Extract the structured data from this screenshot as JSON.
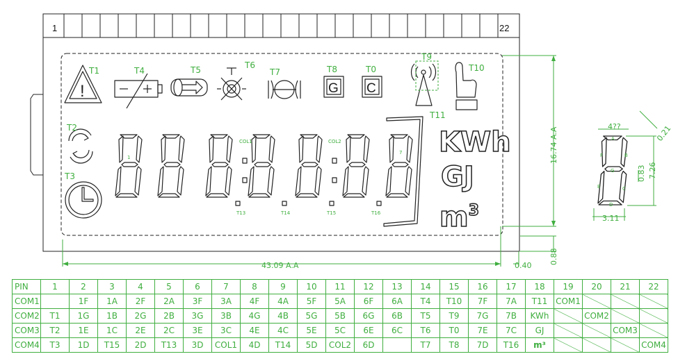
{
  "drawing": {
    "pin_first": "1",
    "pin_last": "22",
    "icons": {
      "T1": "T1",
      "T2": "T2",
      "T3": "T3",
      "T4": "T4",
      "T5": "T5",
      "T6": "T6",
      "T7": "T7",
      "T8": "T8",
      "T9": "T9",
      "T0": "T0",
      "T10": "T10",
      "T11": "T11",
      "T13": "T13",
      "T14": "T14",
      "T15": "T15",
      "T16": "T16"
    },
    "icon_letters": {
      "gas": "G",
      "coal": "C",
      "warning": "!"
    },
    "small_labels": {
      "digit1": "1",
      "digit7": "7",
      "col1": "COL1",
      "col2": "COL2"
    },
    "units": {
      "kwh": "KWh",
      "gj": "GJ",
      "m3_base": "m",
      "m3_exp": "3"
    },
    "dimensions": {
      "width": "43.09 A.A",
      "height": "16.74 A.A",
      "right_offset": "0.40",
      "bottom_offset": "0.88"
    },
    "digit_detail": {
      "seg_a": "A",
      "seg_b": "B",
      "seg_c": "C",
      "seg_d": "D",
      "seg_e": "E",
      "seg_f": "F",
      "seg_g": "G",
      "angle": "4??",
      "dim_021": "0.21",
      "dim_083": "0.83",
      "dim_726": "7.26",
      "dim_311": "3.11"
    }
  },
  "pin_table": {
    "header": [
      "PIN",
      "1",
      "2",
      "3",
      "4",
      "5",
      "6",
      "7",
      "8",
      "9",
      "10",
      "11",
      "12",
      "13",
      "14",
      "15",
      "16",
      "17",
      "18",
      "19",
      "20",
      "21",
      "22"
    ],
    "rows": [
      [
        "COM1",
        "",
        "1F",
        "1A",
        "2F",
        "2A",
        "3F",
        "3A",
        "4F",
        "4A",
        "5F",
        "5A",
        "6F",
        "6A",
        "T4",
        "T10",
        "7F",
        "7A",
        "T11",
        "COM1",
        "",
        "",
        ""
      ],
      [
        "COM2",
        "T1",
        "1G",
        "1B",
        "2G",
        "2B",
        "3G",
        "3B",
        "4G",
        "4B",
        "5G",
        "5B",
        "6G",
        "6B",
        "T5",
        "T9",
        "7G",
        "7B",
        "KWh",
        "",
        "COM2",
        "",
        ""
      ],
      [
        "COM3",
        "T2",
        "1E",
        "1C",
        "2E",
        "2C",
        "3E",
        "3C",
        "4E",
        "4C",
        "5E",
        "5C",
        "6E",
        "6C",
        "T6",
        "T0",
        "7E",
        "7C",
        "GJ",
        "",
        "",
        "COM3",
        ""
      ],
      [
        "COM4",
        "T3",
        "1D",
        "T15",
        "2D",
        "T13",
        "3D",
        "COL1",
        "4D",
        "T14",
        "5D",
        "COL2",
        "6D",
        "",
        "T7",
        "T8",
        "7D",
        "T16",
        "m³",
        "",
        "",
        "",
        "COM4"
      ]
    ]
  }
}
